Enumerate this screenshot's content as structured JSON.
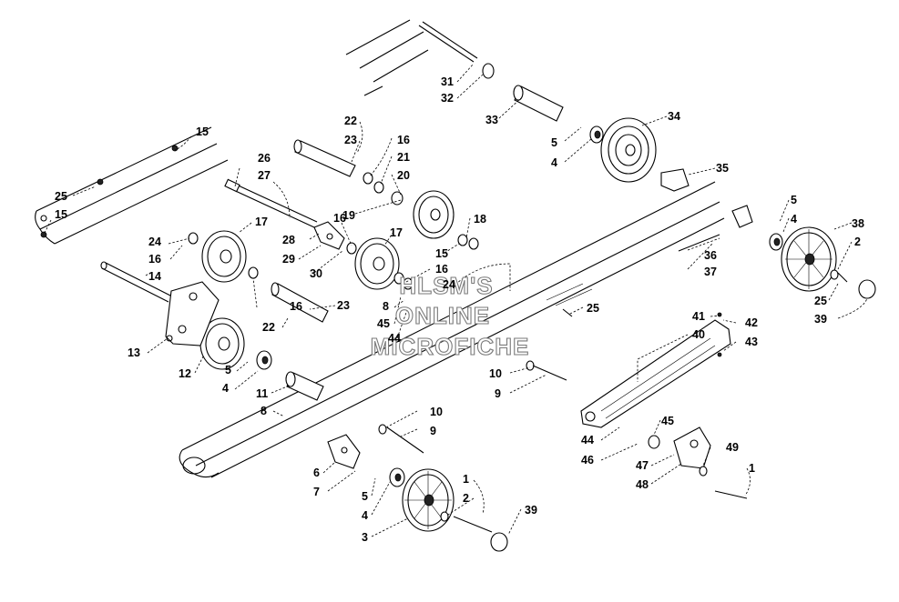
{
  "diagram": {
    "watermark": [
      "HLSM'S",
      "ONLINE",
      "MICROFICHE"
    ],
    "callouts": [
      "15",
      "25",
      "15",
      "24",
      "16",
      "14",
      "26",
      "27",
      "28",
      "29",
      "30",
      "16",
      "17",
      "13",
      "12",
      "5",
      "4",
      "11",
      "22",
      "23",
      "16",
      "21",
      "20",
      "19",
      "18",
      "17",
      "16",
      "15",
      "16",
      "24",
      "23",
      "22",
      "8",
      "45",
      "44",
      "25",
      "31",
      "32",
      "33",
      "34",
      "5",
      "4",
      "35",
      "5",
      "4",
      "38",
      "2",
      "36",
      "37",
      "25",
      "39",
      "41",
      "42",
      "40",
      "43",
      "10",
      "9",
      "10",
      "9",
      "8",
      "6",
      "7",
      "5",
      "4",
      "3",
      "1",
      "2",
      "39",
      "45",
      "44",
      "46",
      "47",
      "48",
      "49",
      "1"
    ]
  }
}
